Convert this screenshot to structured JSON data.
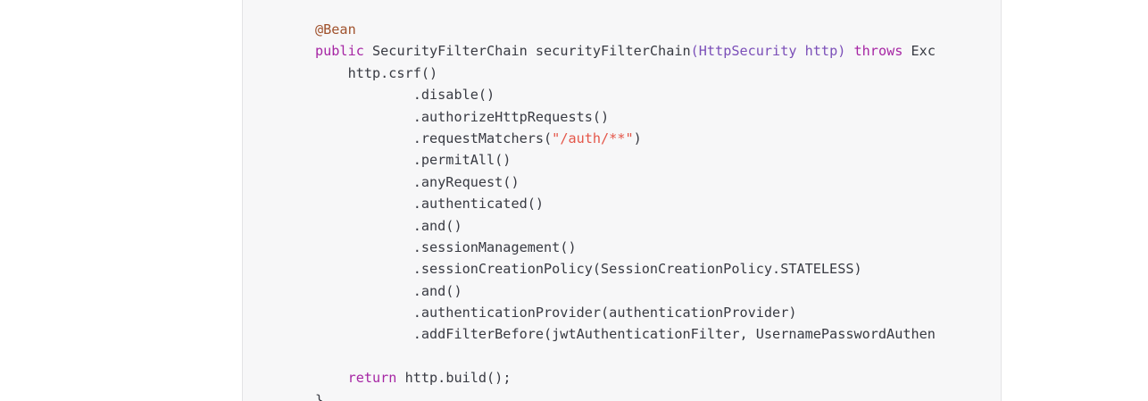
{
  "code_block": {
    "lines": [
      [
        {
          "t": "annotation",
          "v": "@Bean"
        }
      ],
      [
        {
          "t": "keyword",
          "v": "public"
        },
        {
          "t": "plain",
          "v": " SecurityFilterChain securityFilterChain"
        },
        {
          "t": "params",
          "v": "(HttpSecurity http)"
        },
        {
          "t": "plain",
          "v": " "
        },
        {
          "t": "keyword",
          "v": "throws"
        },
        {
          "t": "plain",
          "v": " Exc"
        }
      ],
      [
        {
          "t": "plain",
          "v": "    http.csrf()"
        }
      ],
      [
        {
          "t": "plain",
          "v": "            .disable()"
        }
      ],
      [
        {
          "t": "plain",
          "v": "            .authorizeHttpRequests()"
        }
      ],
      [
        {
          "t": "plain",
          "v": "            .requestMatchers("
        },
        {
          "t": "string",
          "v": "\"/auth/**\""
        },
        {
          "t": "plain",
          "v": ")"
        }
      ],
      [
        {
          "t": "plain",
          "v": "            .permitAll()"
        }
      ],
      [
        {
          "t": "plain",
          "v": "            .anyRequest()"
        }
      ],
      [
        {
          "t": "plain",
          "v": "            .authenticated()"
        }
      ],
      [
        {
          "t": "plain",
          "v": "            .and()"
        }
      ],
      [
        {
          "t": "plain",
          "v": "            .sessionManagement()"
        }
      ],
      [
        {
          "t": "plain",
          "v": "            .sessionCreationPolicy(SessionCreationPolicy.STATELESS)"
        }
      ],
      [
        {
          "t": "plain",
          "v": "            .and()"
        }
      ],
      [
        {
          "t": "plain",
          "v": "            .authenticationProvider(authenticationProvider)"
        }
      ],
      [
        {
          "t": "plain",
          "v": "            .addFilterBefore(jwtAuthenticationFilter, UsernamePasswordAuthen"
        }
      ],
      [
        {
          "t": "plain",
          "v": ""
        }
      ],
      [
        {
          "t": "plain",
          "v": "    "
        },
        {
          "t": "keyword",
          "v": "return"
        },
        {
          "t": "plain",
          "v": " http.build();"
        }
      ],
      [
        {
          "t": "plain",
          "v": "}"
        }
      ]
    ]
  }
}
